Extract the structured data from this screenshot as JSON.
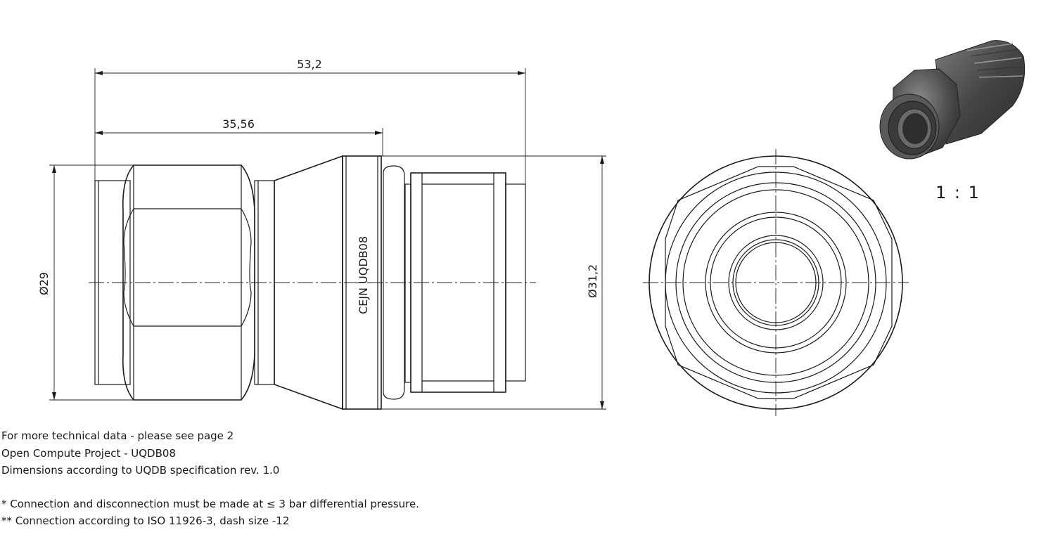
{
  "dimensions": {
    "overall_length": "53,2",
    "partial_length": "35,56",
    "diameter_left": "Ø29",
    "diameter_right": "Ø31,2"
  },
  "part_marking": "CEJN UQDB08",
  "scale": "1 : 1",
  "notes": {
    "line1": "For more technical data - please see page 2",
    "line2": "Open Compute Project - UQDB08",
    "line3": "Dimensions according to UQDB specification rev. 1.0",
    "line4": "* Connection and disconnection must be made at ≤ 3 bar differential pressure.",
    "line5": "** Connection according to ISO 11926-3, dash size -12"
  }
}
